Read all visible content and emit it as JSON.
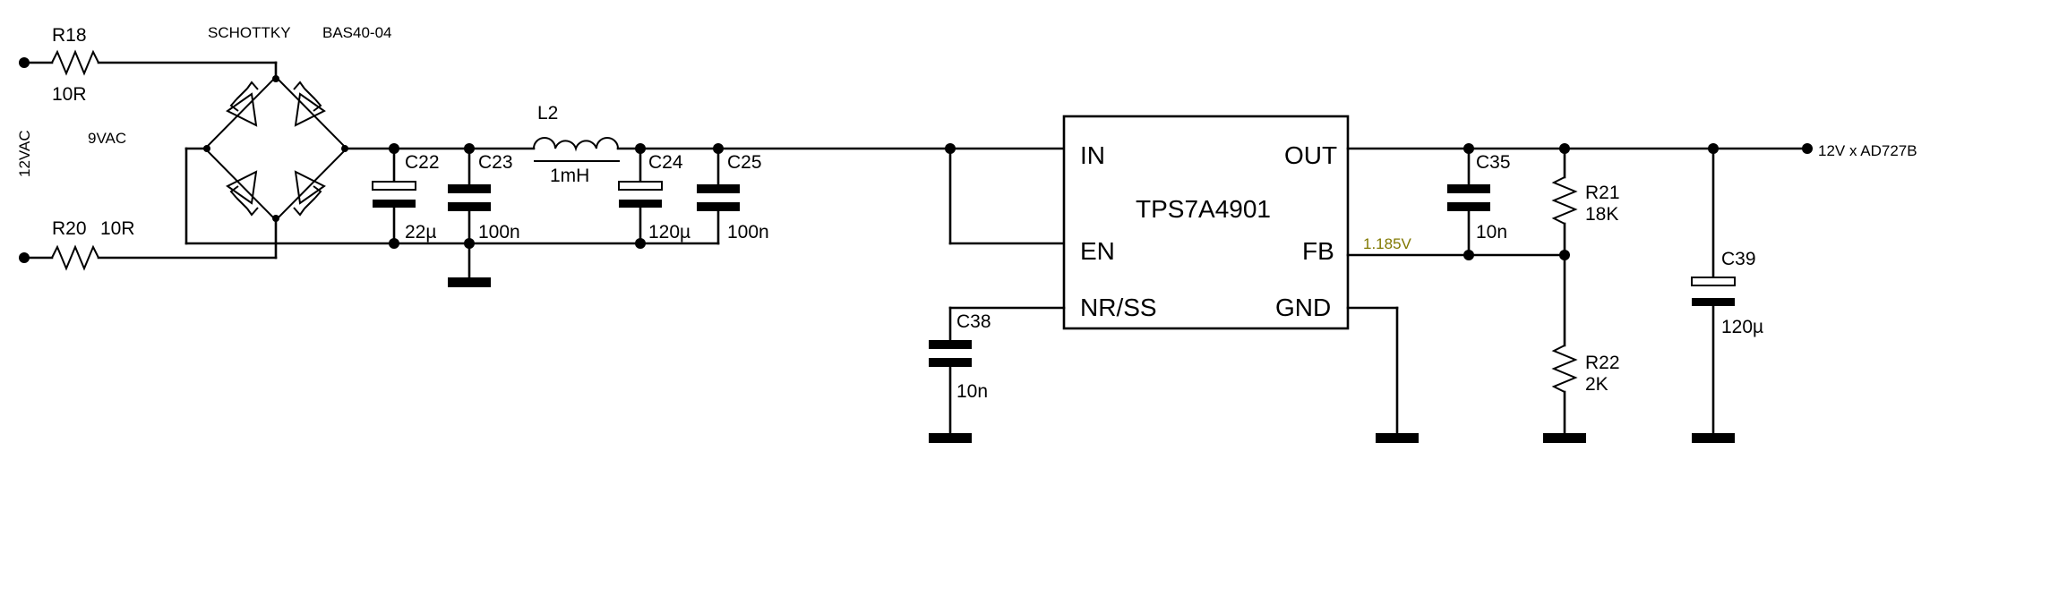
{
  "labels": {
    "r18": "R18",
    "r18_value": "10R",
    "schottky": "SCHOTTKY",
    "diode_part": "BAS40-04",
    "vac12": "12VAC",
    "vac9": "9VAC",
    "r20": "R20",
    "r20_value": "10R",
    "c22": "C22",
    "c22_value": "22µ",
    "c23": "C23",
    "c23_value": "100n",
    "l2": "L2",
    "l2_value": "1mH",
    "c24": "C24",
    "c24_value": "120µ",
    "c25": "C25",
    "c25_value": "100n",
    "ic_name": "TPS7A4901",
    "pin_in": "IN",
    "pin_en": "EN",
    "pin_nrss": "NR/SS",
    "pin_out": "OUT",
    "pin_fb": "FB",
    "pin_gnd": "GND",
    "fb_voltage": "1.185V",
    "c38": "C38",
    "c38_value": "10n",
    "c35": "C35",
    "c35_value": "10n",
    "r21": "R21",
    "r21_value": "18K",
    "r22": "R22",
    "r22_value": "2K",
    "c39": "C39",
    "c39_value": "120µ",
    "output": "12V x AD727B"
  },
  "colors": {
    "ink": "#000000",
    "annotation": "#807800",
    "background": "#ffffff"
  }
}
